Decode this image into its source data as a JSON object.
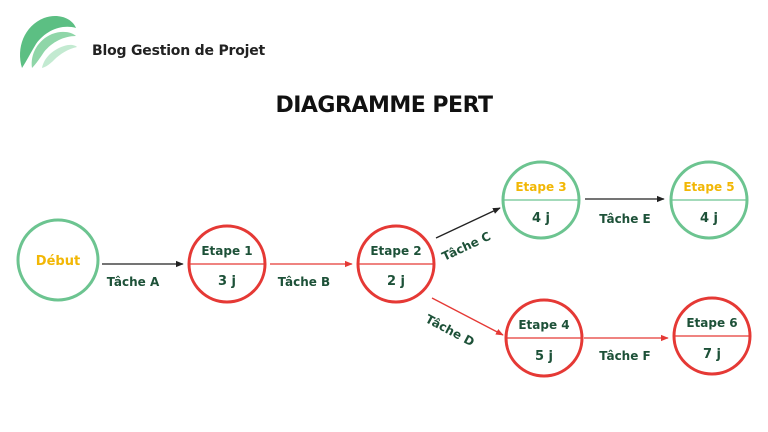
{
  "header": {
    "brand": "Blog Gestion de Projet",
    "logo_icon": "leaf-logo-icon"
  },
  "title": "DIAGRAMME PERT",
  "colors": {
    "green": "#6cc490",
    "red": "#e53935",
    "dark_green": "#1d5138",
    "yellow": "#f2b705",
    "black_arrow": "#222222",
    "logo_green": "#5cbf83"
  },
  "nodes": {
    "debut": {
      "name": "Début",
      "state": "done"
    },
    "etape1": {
      "name": "Etape 1",
      "duration": "3 j",
      "state": "critical"
    },
    "etape2": {
      "name": "Etape 2",
      "duration": "2 j",
      "state": "critical"
    },
    "etape3": {
      "name": "Etape 3",
      "duration": "4 j",
      "state": "done"
    },
    "etape4": {
      "name": "Etape 4",
      "duration": "5 j",
      "state": "critical"
    },
    "etape5": {
      "name": "Etape 5",
      "duration": "4 j",
      "state": "done"
    },
    "etape6": {
      "name": "Etape 6",
      "duration": "7 j",
      "state": "critical"
    }
  },
  "tasks": {
    "a": {
      "label": "Tâche A",
      "critical": false
    },
    "b": {
      "label": "Tâche B",
      "critical": true
    },
    "c": {
      "label": "Tâche C",
      "critical": false
    },
    "d": {
      "label": "Tâche D",
      "critical": true
    },
    "e": {
      "label": "Tâche E",
      "critical": false
    },
    "f": {
      "label": "Tâche F",
      "critical": true
    }
  }
}
